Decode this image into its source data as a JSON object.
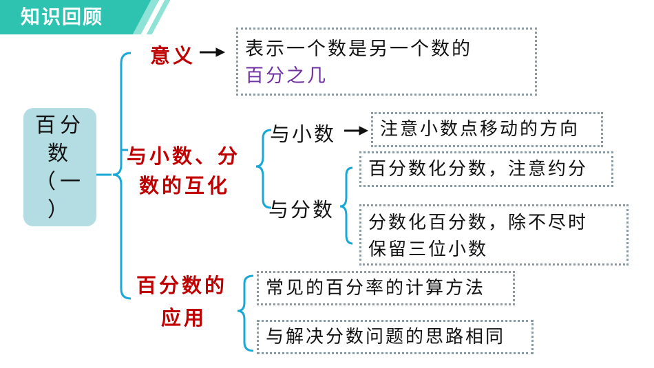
{
  "banner": {
    "title": "知识回顾"
  },
  "root": {
    "line1": "百分",
    "line2": "数",
    "line3": "（一",
    "line4": "）"
  },
  "branches": {
    "meaning": {
      "label": "意义",
      "box_line1": "表示一个数是另一个数的",
      "box_line2": "百分之几"
    },
    "conversion": {
      "label_line1": "与小数、分",
      "label_line2": "数的互化",
      "decimal": {
        "label": "与小数",
        "box": "注意小数点移动的方向"
      },
      "fraction": {
        "label": "与分数",
        "box1": "百分数化分数，注意约分",
        "box2_line1": "分数化百分数，除不尽时",
        "box2_line2": "保留三位小数"
      }
    },
    "application": {
      "label_line1": "百分数的",
      "label_line2": "应用",
      "box1": "常见的百分率的计算方法",
      "box2": "与解决分数问题的思路相同"
    }
  },
  "colors": {
    "banner": "#2ec2b0",
    "brace": "#1aa8d6",
    "red_label": "#c00000",
    "root_box": "#b4dde3",
    "highlight": "#7030a0"
  }
}
